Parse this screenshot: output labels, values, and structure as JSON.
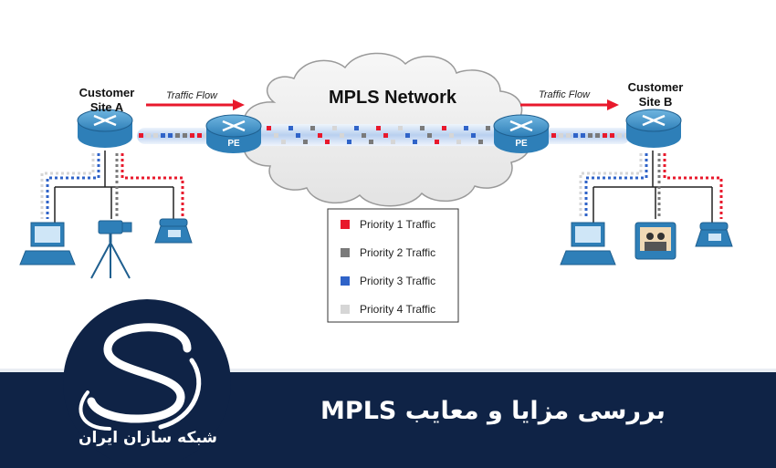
{
  "network": {
    "title": "MPLS Network",
    "site_a": {
      "line1": "Customer",
      "line2": "Site A"
    },
    "site_b": {
      "line1": "Customer",
      "line2": "Site B"
    },
    "flow_label": "Traffic Flow",
    "pe_label": "PE"
  },
  "legend": {
    "items": [
      {
        "label": "Priority 1 Traffic",
        "color": "#e8192c"
      },
      {
        "label": "Priority 2 Traffic",
        "color": "#7a7a7a"
      },
      {
        "label": "Priority 3 Traffic",
        "color": "#2f63c8"
      },
      {
        "label": "Priority 4 Traffic",
        "color": "#d6d6d6"
      }
    ]
  },
  "colors": {
    "banner_bg": "#0f2346",
    "router_blue": "#2e7fb8",
    "arrow_red": "#e8192c",
    "cloud_fill": "#eeeeee",
    "tube_blue": "#c7d9f2"
  },
  "banner": {
    "title": "بررسی مزایا و معایب MPLS",
    "brand": "شبکه سازان ایران"
  }
}
